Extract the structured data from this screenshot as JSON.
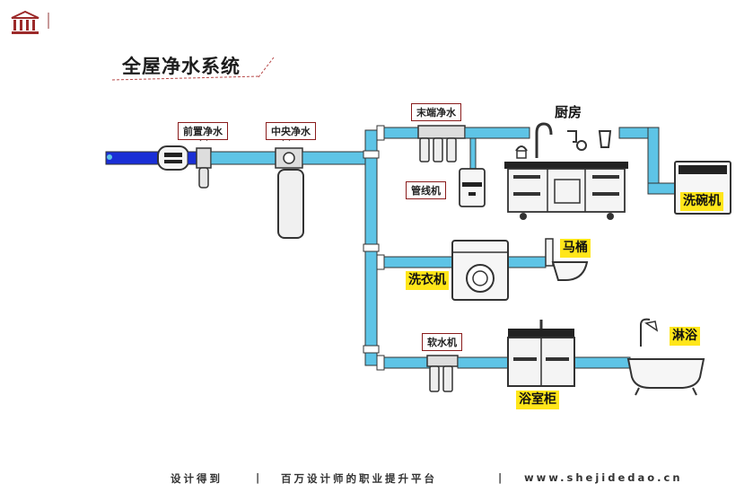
{
  "header": {
    "logo_icon": "building-pillar-icon"
  },
  "title": "全屋净水系统",
  "labels": {
    "prefilter": "前置净水",
    "central": "中央净水",
    "terminal": "末端净水",
    "kitchen": "厨房",
    "pipeline": "管线机",
    "dishwasher": "洗碗机",
    "toilet": "马桶",
    "washer": "洗衣机",
    "softener": "软水机",
    "shower": "淋浴",
    "cabinet": "浴室柜"
  },
  "colors": {
    "pipe_dark": "#1a2fd6",
    "pipe_light": "#5ec4e6",
    "tag_border": "#8a1c1c",
    "highlight": "#ffe61a"
  },
  "footer": {
    "brand": "设计得到",
    "sep1": "|",
    "slogan": "百万设计师的职业提升平台",
    "sep2": "|",
    "url": "www.shejidedao.cn"
  }
}
